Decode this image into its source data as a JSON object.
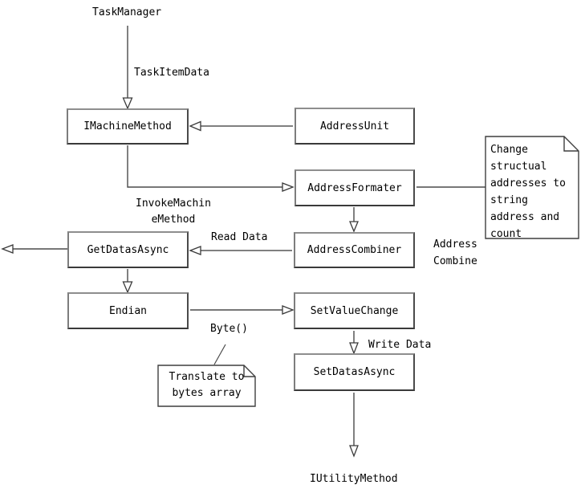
{
  "diagram": {
    "top_label": "TaskManager",
    "bottom_label": "IUtilityMethod",
    "nodes": {
      "imachinemethod": "IMachineMethod",
      "addressunit": "AddressUnit",
      "addressformater": "AddressFormater",
      "addresscombiner": "AddressCombiner",
      "getdatasasync": "GetDatasAsync",
      "endian": "Endian",
      "setvaluechange": "SetValueChange",
      "setdatasasync": "SetDatasAsync"
    },
    "edge_labels": {
      "task_item_data": "TaskItemData",
      "invoke_machine_method": "InvokeMachin\neMethod",
      "read_data": "Read Data",
      "address_combine": "Address\nCombine",
      "byte_call": "Byte()",
      "write_data": "Write Data"
    },
    "notes": {
      "change_structual": "Change\nstructual\naddresses to\nstring\naddress and\ncount",
      "translate_bytes": "Translate to\nbytes array"
    },
    "colors": {
      "thick_line_gray": "#808080",
      "thin_line_dark": "#4a4a4a",
      "arrowhead_fill": "#ffffff",
      "text": "#000000",
      "background": "#ffffff"
    }
  }
}
